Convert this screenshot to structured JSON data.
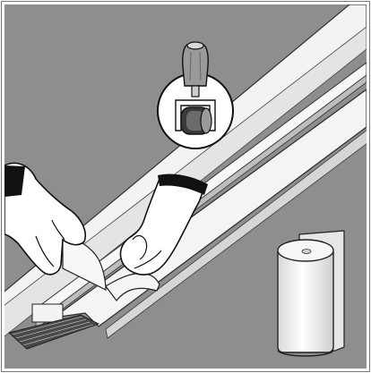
{
  "illustration": {
    "colors": {
      "background": "#8e8e8e",
      "tape": "#f2f2f2",
      "tape_shadow": "#d2d2d2",
      "outline": "#1a1a1a",
      "skin": "#ffffff",
      "cuff": "#111111",
      "roll": "#ececec",
      "roller": "#6b6b6b"
    },
    "icons": [
      "adhesive-strip",
      "hand-right",
      "hand-left",
      "pressure-roller",
      "tape-roll",
      "weatherstrip-bristles"
    ]
  }
}
